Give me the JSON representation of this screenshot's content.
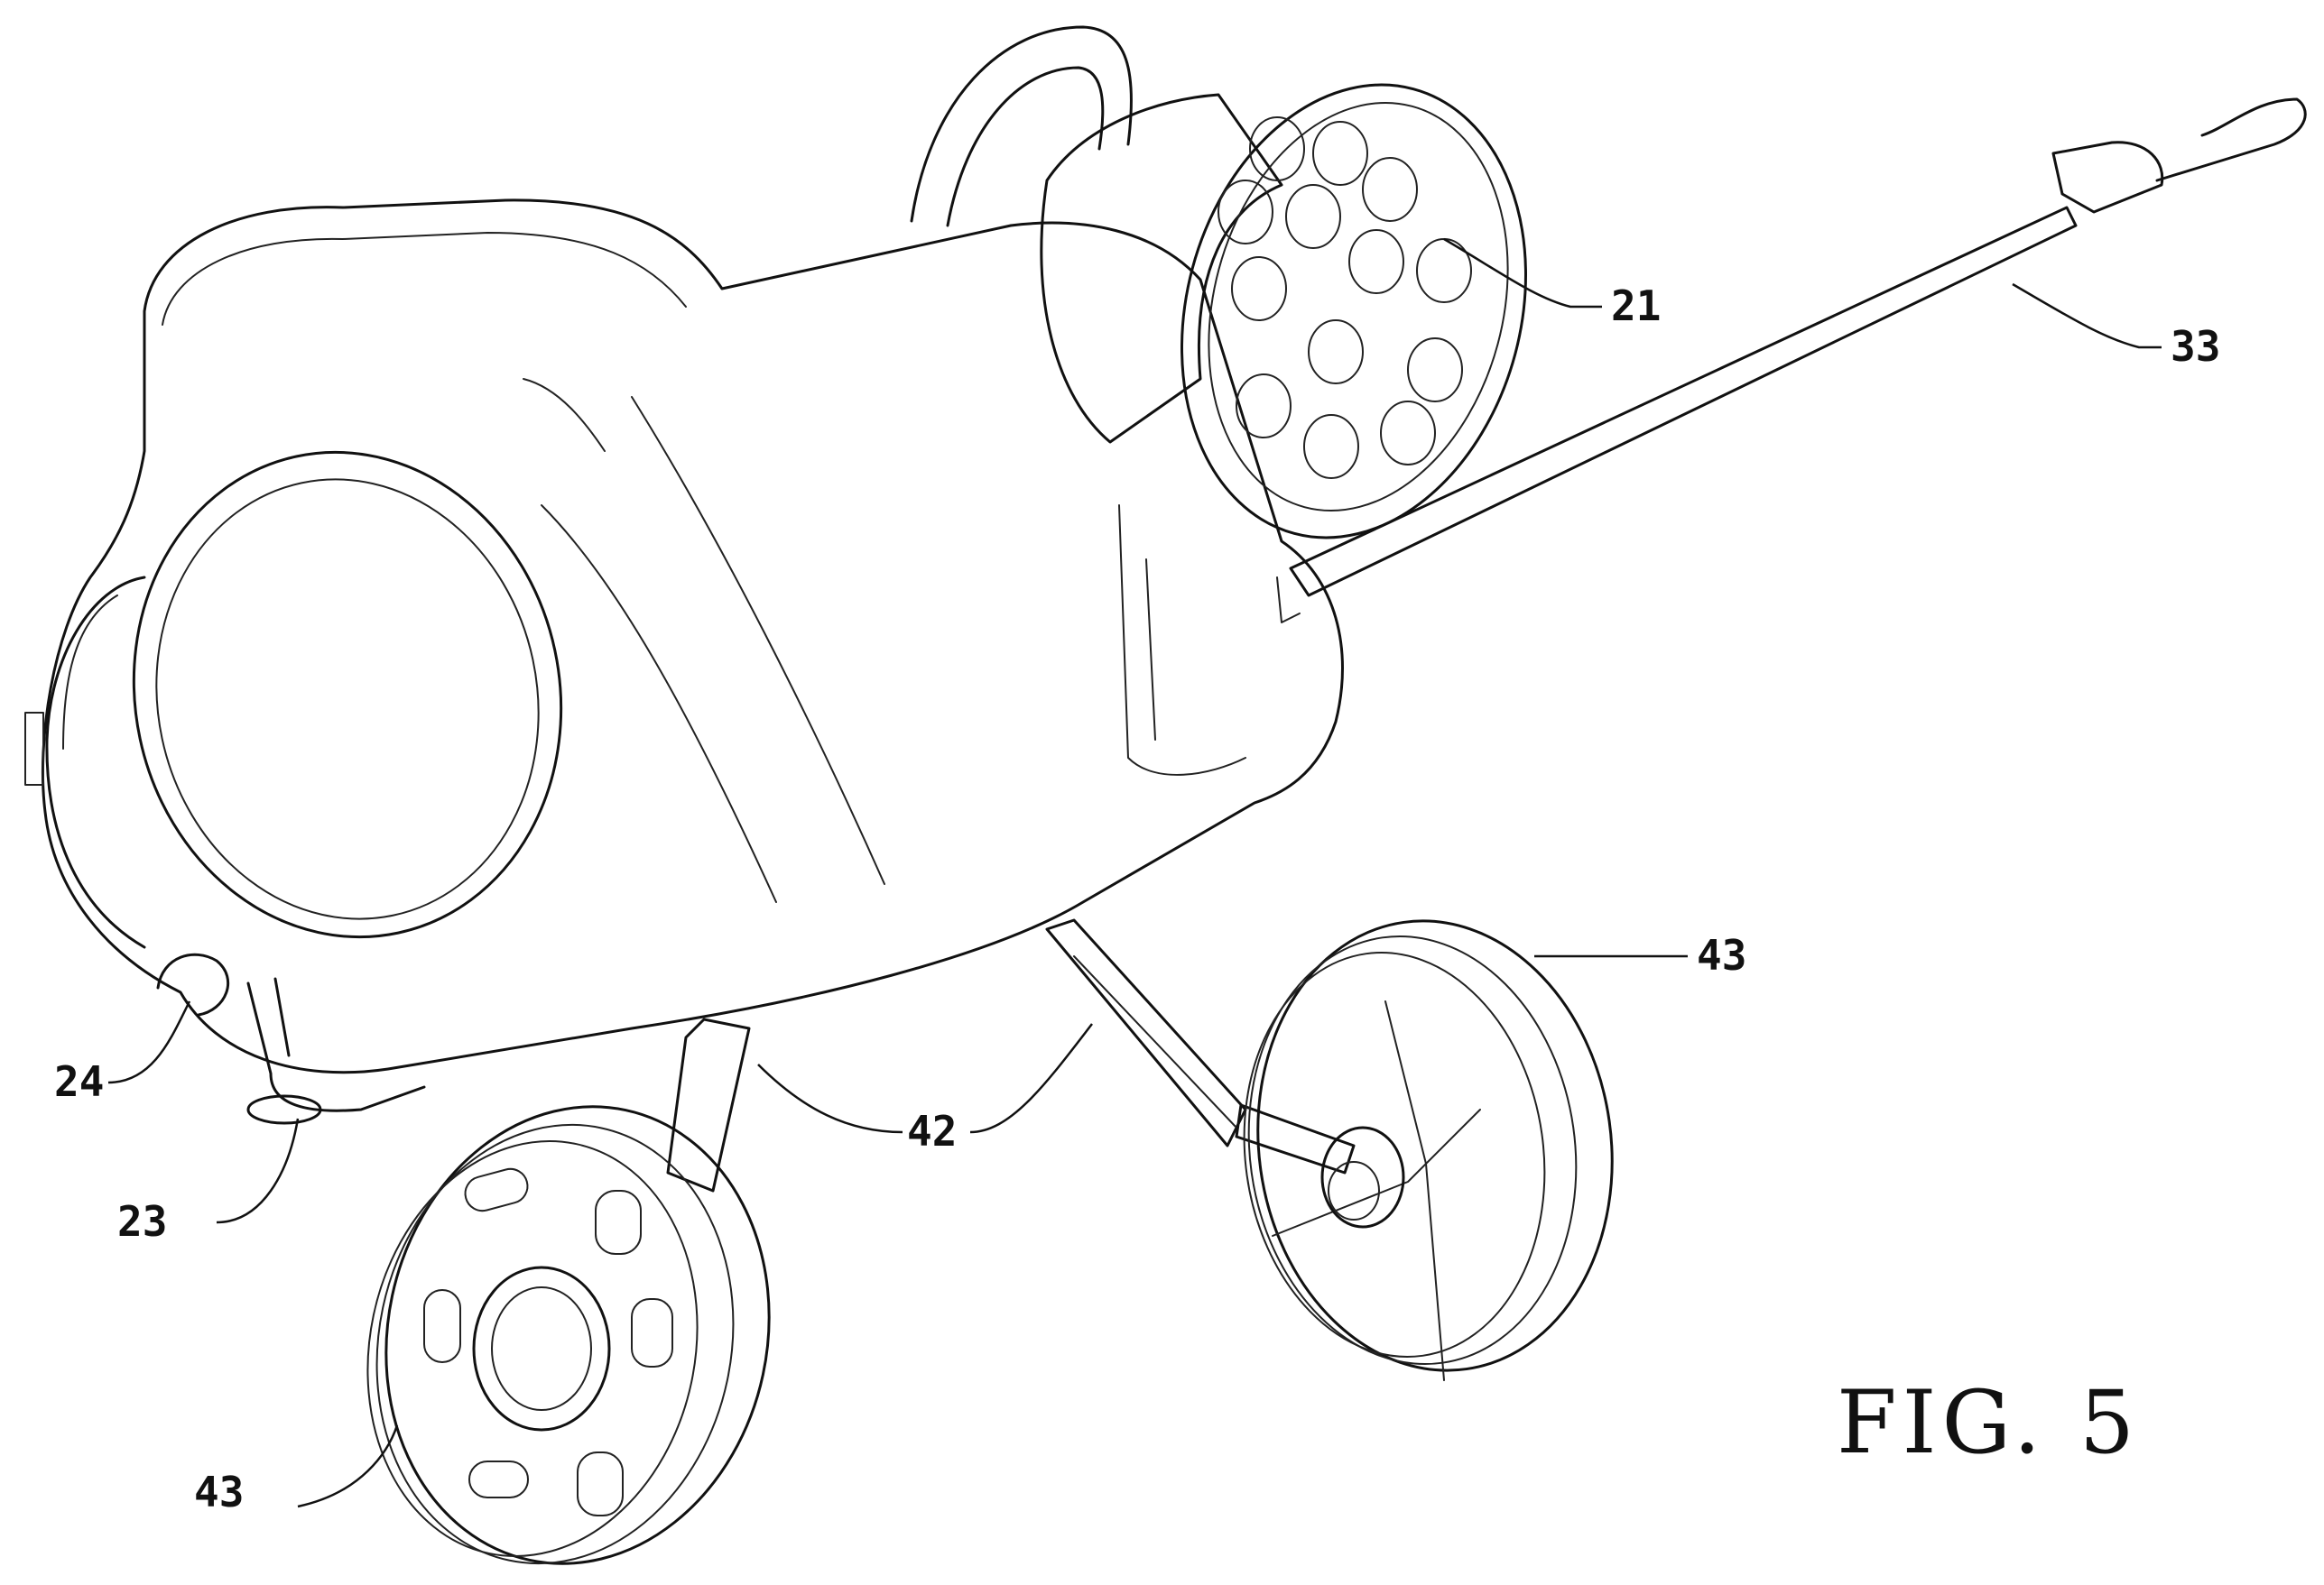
{
  "figure": {
    "caption": "FIG. 5",
    "reference_numerals": {
      "ball_magazine": "21",
      "handle_bar": "33",
      "wheel_right": "43",
      "wheel_left": "43",
      "leg_frame": "42",
      "front_handle_lower": "23",
      "front_knob": "24"
    }
  }
}
